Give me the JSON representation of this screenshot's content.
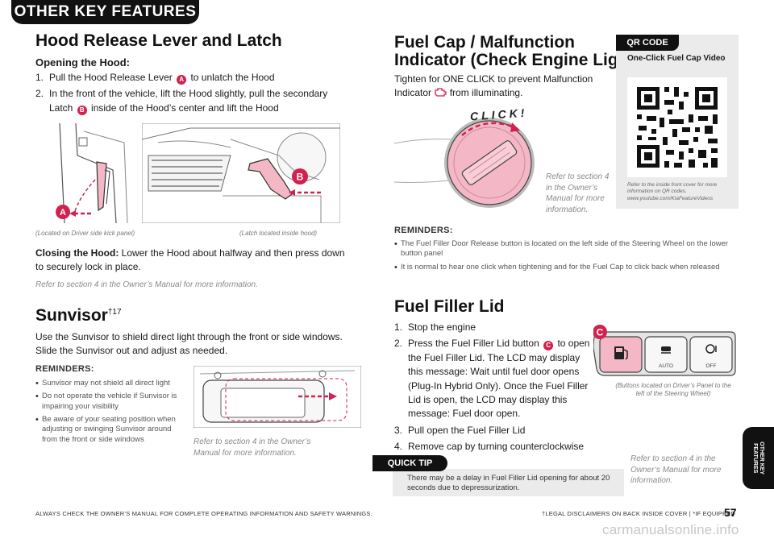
{
  "section_tab": "OTHER KEY FEATURES",
  "hood": {
    "title": "Hood Release Lever and Latch",
    "opening_heading": "Opening the Hood:",
    "steps": [
      {
        "num": "1.",
        "before": "Pull the Hood Release Lever",
        "badge": "A",
        "after": "to unlatch the Hood"
      },
      {
        "num": "2.",
        "before": "In the front of the vehicle, lift the Hood slightly, pull the secondary Latch",
        "badge": "B",
        "after": "inside of the Hood’s center and lift the Hood"
      }
    ],
    "caption_left": "(Located on Driver side kick panel)",
    "caption_right": "(Latch located inside hood)",
    "closing_heading": "Closing the Hood:",
    "closing_text": "Lower the Hood about halfway and then press down to securely lock in place.",
    "refer": "Refer to section 4 in the Owner’s Manual for more information."
  },
  "sunvisor": {
    "title": "Sunvisor",
    "superscript": "†17",
    "intro": "Use the Sunvisor to shield direct light through the front or side windows. Slide the Sunvisor out and adjust as needed.",
    "reminders_title": "REMINDERS:",
    "reminders": [
      "Sunvisor may not shield all direct light",
      "Do not operate the vehicle if Sunvisor is impairing your visibility",
      "Be aware of your seating position when adjusting or swinging Sunvisor around from the front or side windows"
    ],
    "refer": "Refer to section 4 in the Owner’s Manual for more information."
  },
  "fuelcap": {
    "title_line1": "Fuel Cap / Malfunction",
    "title_line2": "Indicator (Check Engine Light)",
    "intro_before": "Tighten for ONE CLICK to prevent Malfunction Indicator",
    "intro_after": "from illuminating.",
    "click_label": "CLICK!",
    "refer": "Refer to section 4 in the Owner’s Manual for more information.",
    "reminders_title": "REMINDERS:",
    "reminders": [
      "The Fuel Filler Door Release button is located on the left side of the Steering Wheel on the lower button panel",
      "It is normal to hear one click when tightening and for the Fuel Cap to click back when released"
    ]
  },
  "qr": {
    "tag": "QR CODE",
    "title": "One-Click Fuel Cap Video",
    "note": "Refer to the inside front cover for more information on QR codes.",
    "url": "www.youtube.com/KiaFeatureVideos"
  },
  "fuelfiller": {
    "title": "Fuel Filler Lid",
    "steps": [
      {
        "num": "1.",
        "before": "Stop the engine",
        "badge": "",
        "after": ""
      },
      {
        "num": "2.",
        "before": "Press the Fuel Filler Lid button",
        "badge": "C",
        "after": "to open the Fuel Filler Lid. The LCD may display this message: Wait until fuel door opens (Plug-In Hybrid Only). Once the Fuel Filler Lid is open, the LCD may display this message: Fuel door open."
      },
      {
        "num": "3.",
        "before": "Pull open the Fuel Filler Lid",
        "badge": "",
        "after": ""
      },
      {
        "num": "4.",
        "before": "Remove cap by turning counterclockwise",
        "badge": "",
        "after": ""
      }
    ],
    "panel_auto": "AUTO",
    "panel_off": "OFF",
    "panel_badge": "C",
    "panel_caption": "(Buttons located on Driver’s Panel to the left of the Steering Wheel)",
    "refer": "Refer to section 4 in the Owner’s Manual for more information."
  },
  "quick_tip": {
    "tag": "QUICK TIP",
    "text": "There may be a delay in Fuel Filler Lid opening for about 20 seconds due to depressurization."
  },
  "side_tab": {
    "line1": "OTHER KEY",
    "line2": "FEATURES"
  },
  "footer": {
    "left": "ALWAYS CHECK THE OWNER’S MANUAL FOR COMPLETE OPERATING INFORMATION AND SAFETY WARNINGS.",
    "right": "†LEGAL DISCLAIMERS ON BACK INSIDE COVER  |  *IF EQUIPPED",
    "page": "57"
  },
  "watermark": "carmanualsonline.info",
  "colors": {
    "accent": "#d2214f",
    "pink": "#f3b7c6",
    "panel_gray": "#ebebeb",
    "dark": "#111111"
  }
}
